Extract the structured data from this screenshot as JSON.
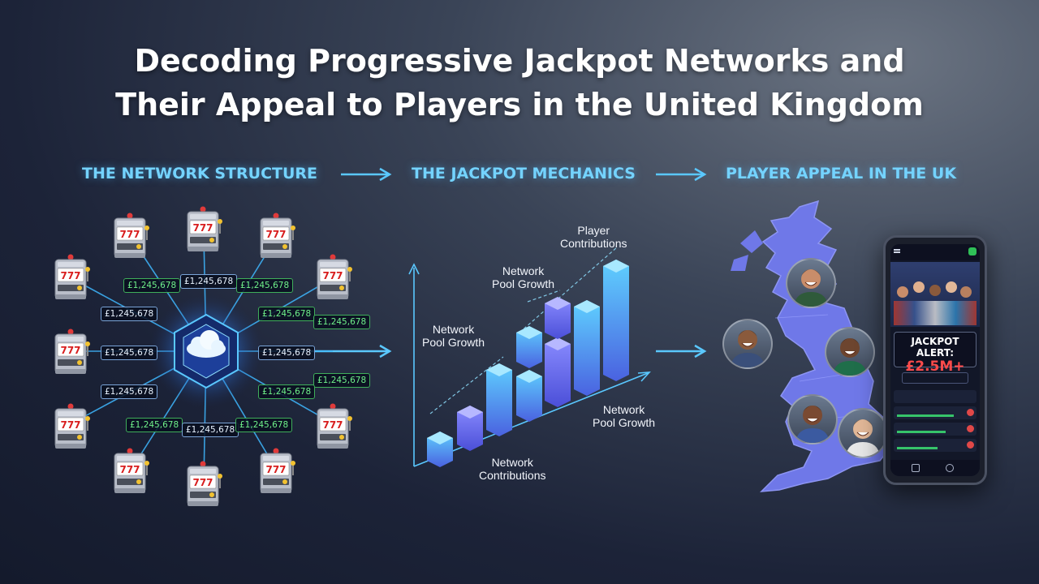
{
  "title": {
    "line1": "Decoding Progressive Jackpot Networks and",
    "line2": "Their Appeal to Players in the United Kingdom"
  },
  "steps": [
    {
      "label": "THE NETWORK STRUCTURE"
    },
    {
      "label": "THE JACKPOT MECHANICS"
    },
    {
      "label": "PLAYER APPEAL IN THE UK"
    }
  ],
  "network": {
    "price_tags": [
      {
        "text": "£1,245,678",
        "style": "green"
      },
      {
        "text": "£1,245,678",
        "style": "white"
      },
      {
        "text": "£1,245,678",
        "style": "green"
      },
      {
        "text": "£1,245,678",
        "style": "white"
      },
      {
        "text": "£1,245,678",
        "style": "green"
      },
      {
        "text": "£1,245,678",
        "style": "green"
      },
      {
        "text": "£1,245,678",
        "style": "white"
      },
      {
        "text": "£1,245,678",
        "style": "white"
      },
      {
        "text": "£1,245,678",
        "style": "green"
      },
      {
        "text": "£1,245,678",
        "style": "white"
      },
      {
        "text": "£1,245,678",
        "style": "green"
      },
      {
        "text": "£1,245,678",
        "style": "green"
      },
      {
        "text": "£1,245,678",
        "style": "white"
      },
      {
        "text": "£1,245,678",
        "style": "green"
      }
    ],
    "slot_reel_text": "777",
    "hub_icon": "cloud-icon",
    "colors": {
      "green": "#6ff08a",
      "cyan": "#3fb8ff"
    }
  },
  "mechanics": {
    "labels": {
      "player_contributions": "Player\nContributions",
      "network_pool_growth_top": "Network\nPool Growth",
      "network_pool_growth_left": "Network\nPool Growth",
      "network_pool_growth_right": "Network\nPool Growth",
      "network_contributions": "Network\nContributions"
    }
  },
  "uk": {
    "map_icon": "uk-map-icon",
    "phone": {
      "alert_title": "JACKPOT ALERT:",
      "alert_value": "£2.5M+"
    },
    "colors": {
      "map": "#6f78e8",
      "alert": "#ff4b4b"
    }
  }
}
